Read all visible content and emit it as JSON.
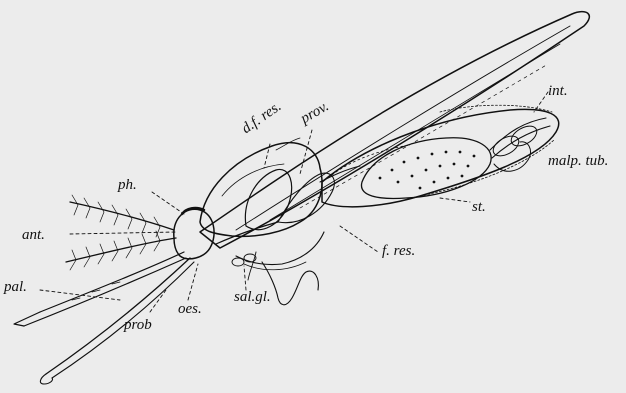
{
  "colors": {
    "ink": "#111111",
    "paper": "#ececec"
  },
  "labels": {
    "ph": "ph.",
    "ant": "ant.",
    "pal": "pal.",
    "prob": "prob",
    "oes": "oes.",
    "sal_gl": "sal.gl.",
    "d_f_res": "d.f. res.",
    "prov": "prov.",
    "int": "int.",
    "malp_tub": "malp. tub.",
    "st": "st.",
    "f_res": "f. res."
  }
}
